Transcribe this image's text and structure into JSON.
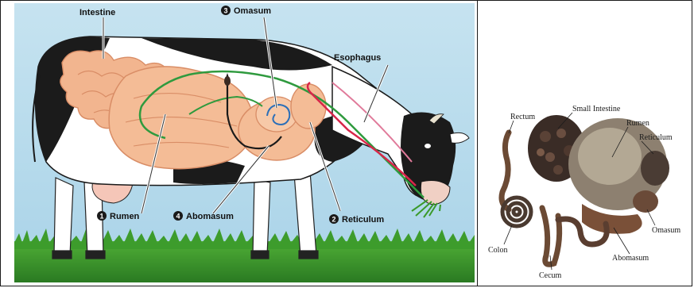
{
  "cow_diagram": {
    "labels": {
      "intestine": "Intestine",
      "omasum": "Omasum",
      "omasum_number": "3",
      "esophagus": "Esophagus",
      "rumen": "Rumen",
      "rumen_number": "1",
      "abomasum": "Abomasum",
      "abomasum_number": "4",
      "reticulum": "Reticulum",
      "reticulum_number": "2"
    },
    "colors": {
      "sky": "#b9dcec",
      "grass": "#3f9a2f",
      "organ": "#f2b58f",
      "digestion_path_green": "#2f9a3e",
      "digestion_path_red": "#d8264a",
      "digestion_path_blue": "#2b6fb8"
    }
  },
  "specimen_photo": {
    "labels": {
      "rectum": "Rectum",
      "small_intestine": "Small Intestine",
      "rumen": "Rumen",
      "reticulum": "Reticulum",
      "omasum": "Omasum",
      "abomasum": "Abomasum",
      "colon": "Colon",
      "cecum": "Cecum"
    }
  }
}
